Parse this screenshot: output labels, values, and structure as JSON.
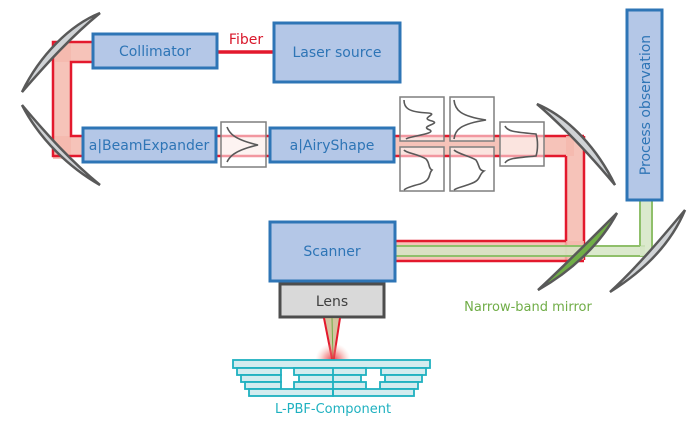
{
  "diagram": {
    "title": "L-PBF beam shaping optical setup",
    "components": {
      "collimator": "Collimator",
      "laser_source": "Laser source",
      "beam_expander": "a|BeamExpander",
      "airy_shape": "a|AiryShape",
      "scanner": "Scanner",
      "lens": "Lens",
      "process_observation": "Process observation"
    },
    "labels": {
      "fiber": "Fiber",
      "narrow_band_mirror": "Narrow-band mirror",
      "component": "L-PBF-Component"
    },
    "beam_profiles": [
      {
        "position": "after-beam-expander",
        "shape": "gaussian"
      },
      {
        "position": "after-airy-shape-1-top",
        "shape": "multi-peak"
      },
      {
        "position": "after-airy-shape-1-bottom",
        "shape": "flat-top-ripple"
      },
      {
        "position": "after-airy-shape-2-top",
        "shape": "gaussian"
      },
      {
        "position": "after-airy-shape-2-bottom",
        "shape": "flat-top-ripple"
      },
      {
        "position": "before-mirror",
        "shape": "flat-top"
      }
    ],
    "colors": {
      "box_fill": "#b4c7e7",
      "box_stroke": "#2e75b6",
      "laser_beam": "#e3192d",
      "laser_beam_fill": "#f4b9ad",
      "observation_beam": "#8fbf6a",
      "narrow_band_mirror": "#70ad47",
      "component": "#1fb1c0",
      "lens_fill": "#d9d9d9"
    }
  }
}
